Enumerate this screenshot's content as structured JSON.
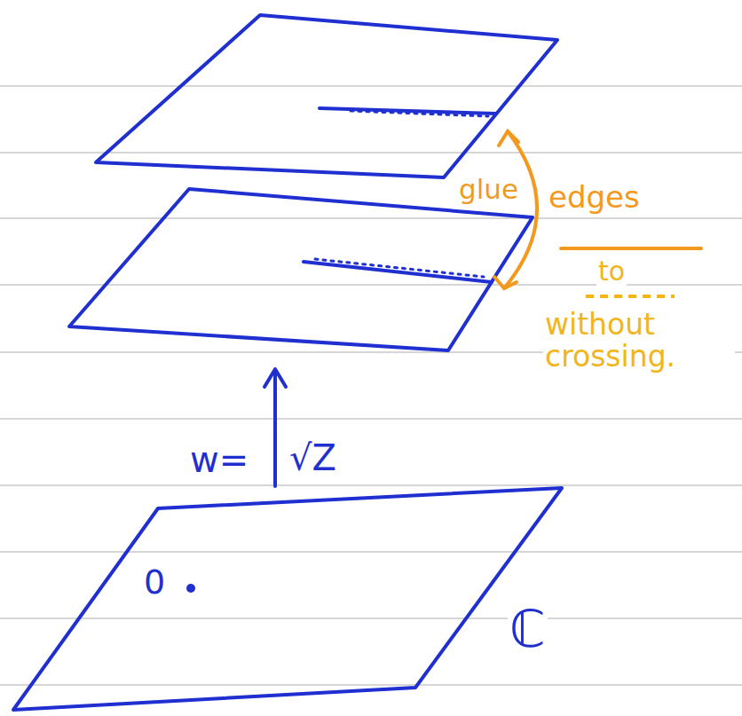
{
  "diagram": {
    "labels": [
      "glue",
      "edges",
      "to",
      "without crossing.",
      "w=",
      "√Z",
      "0",
      "ℂ"
    ]
  }
}
